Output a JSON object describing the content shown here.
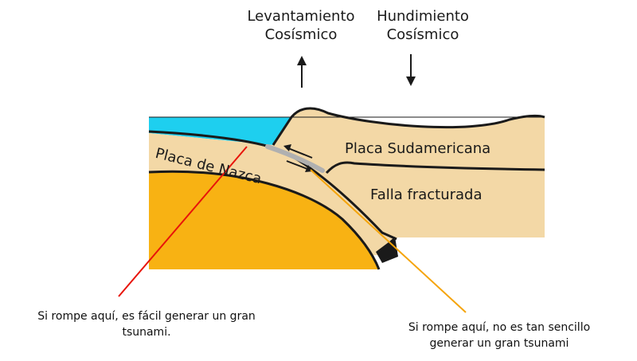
{
  "labels": {
    "uplift": [
      "Levantamiento",
      "Cosísmico"
    ],
    "subsidence": [
      "Hundimiento",
      "Cosísmico"
    ],
    "nazca": "Placa de Nazca",
    "south_american": "Placa Sudamericana",
    "fault": "Falla fracturada"
  },
  "notes": {
    "left": [
      "Si rompe aquí, es fácil generar un gran",
      "tsunami."
    ],
    "right": [
      "Si rompe aquí, no es tan sencillo",
      "generar un gran tsunami"
    ]
  },
  "colors": {
    "ocean": "#1ecfef",
    "crust": "#f3d8a6",
    "mantle": "#f8b213",
    "outline": "#1a1a1a",
    "fault_zone": "#b0b0b0",
    "line_shallow": "#e8140a",
    "line_deep": "#f5a40a"
  }
}
